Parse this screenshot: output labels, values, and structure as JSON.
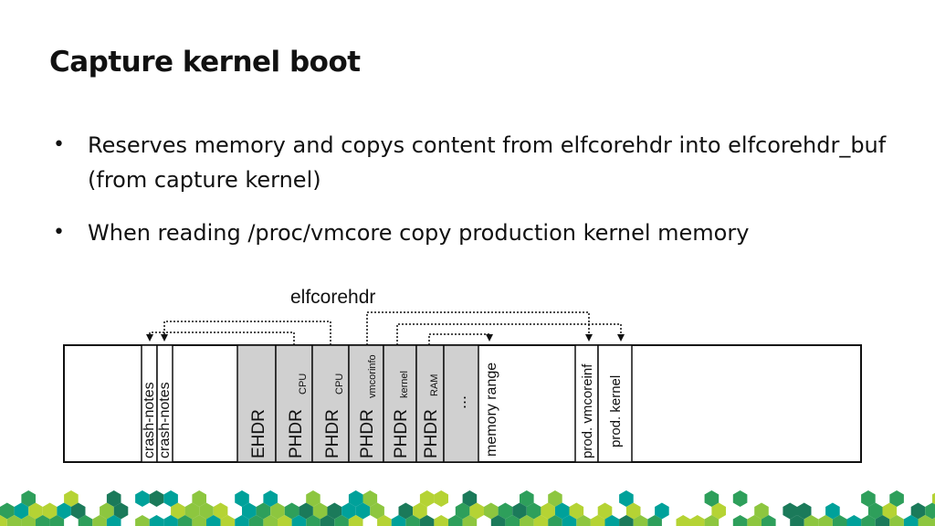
{
  "slide": {
    "title": "Capture kernel boot",
    "bullets": [
      "Reserves memory and copys content from elfcorehdr into elfcorehdr_buf (from capture kernel)",
      "When reading /proc/vmcore copy production kernel memory"
    ],
    "bullet_glyph": "•"
  },
  "diagram": {
    "caption": "elfcorehdr",
    "cells": [
      {
        "main": "crash-notes",
        "sub": "",
        "shaded": false
      },
      {
        "main": "crash-notes",
        "sub": "",
        "shaded": false
      },
      {
        "main": "EHDR",
        "sub": "",
        "shaded": true
      },
      {
        "main": "PHDR",
        "sub": "CPU",
        "shaded": true
      },
      {
        "main": "PHDR",
        "sub": "CPU",
        "shaded": true
      },
      {
        "main": "PHDR",
        "sub": "vmcorinfo",
        "shaded": true
      },
      {
        "main": "PHDR",
        "sub": "kernel",
        "shaded": true
      },
      {
        "main": "PHDR",
        "sub": "RAM",
        "shaded": true
      },
      {
        "main": "...",
        "sub": "",
        "shaded": true
      },
      {
        "main": "memory range",
        "sub": "",
        "shaded": false
      },
      {
        "main": "prod. vmcoreinf",
        "sub": "",
        "shaded": false
      },
      {
        "main": "prod. kernel",
        "sub": "",
        "shaded": false
      }
    ],
    "colors": {
      "shaded": "#d0d0d0",
      "stroke": "#111111",
      "arrow": "#111111"
    }
  },
  "decoration": {
    "hex_colors": [
      "#8dc63f",
      "#2e9f5b",
      "#00a19a",
      "#1b7a5a",
      "#b5d334"
    ]
  }
}
